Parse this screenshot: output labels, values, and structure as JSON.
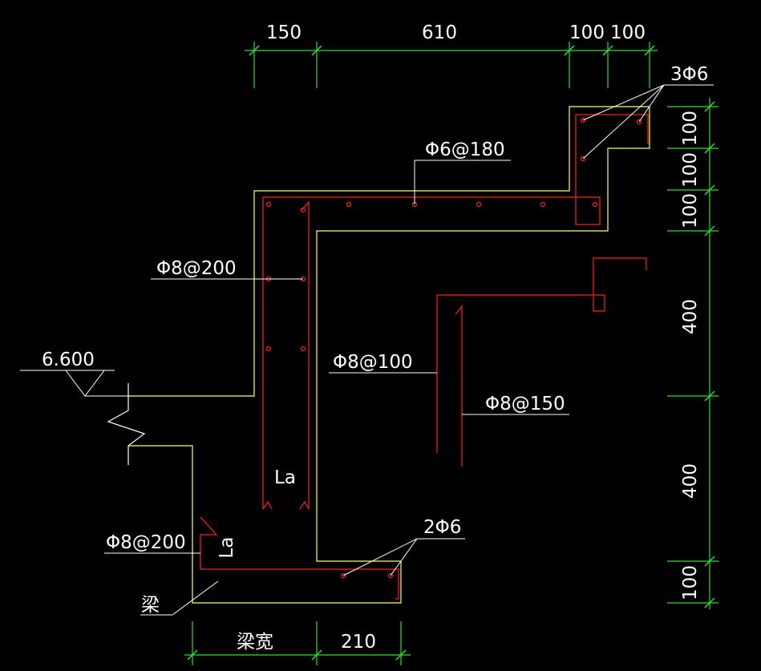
{
  "colors": {
    "background": "#000000",
    "outline": "#ffff66",
    "rebar": "#ff2020",
    "dimension": "#33dd33",
    "text": "#ffffff",
    "leader": "#ffffff"
  },
  "dimensions": {
    "top": [
      "150",
      "610",
      "100",
      "100"
    ],
    "right": [
      "100",
      "100",
      "100",
      "400",
      "400",
      "100"
    ],
    "bottom": [
      "梁宽",
      "210"
    ]
  },
  "labels": {
    "elevation": "6.600",
    "top_bars": "3Φ6",
    "distribution_bars": "Φ6@180",
    "wall_bars": "Φ8@200",
    "step_bars_100": "Φ8@100",
    "step_bars_150": "Φ8@150",
    "bottom_bars": "2Φ6",
    "beam_bars": "Φ8@200",
    "anchorage_wall": "La",
    "anchorage_beam": "La",
    "beam": "梁"
  }
}
